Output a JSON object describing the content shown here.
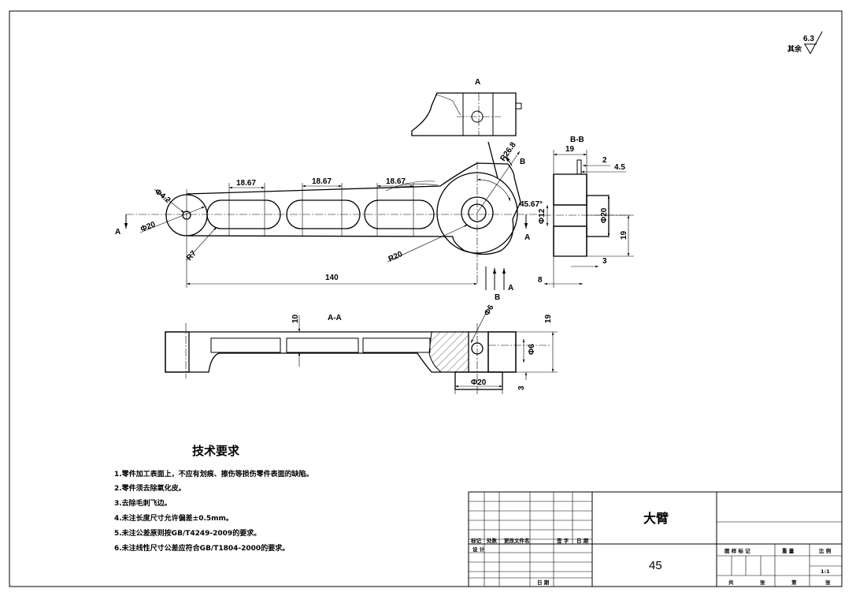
{
  "roughness": {
    "value": "6.3",
    "prefix": "其余"
  },
  "views": {
    "view_a_label": "A",
    "section_bb_label": "B-B",
    "section_aa_label": "A-A",
    "cut_label_a": "A",
    "cut_label_b": "B"
  },
  "dims": {
    "slot1": "18.67",
    "slot2": "18.67",
    "slot3": "18.67",
    "d42": "Φ4.2",
    "d20_left": "Φ20",
    "r7": "R7",
    "r20": "R20",
    "r268": "R26.8",
    "angle": "45.67°",
    "len140": "140",
    "bb_19_top": "19",
    "bb_2": "2",
    "bb_45": "4.5",
    "bb_d12": "Φ12",
    "bb_d20": "Φ20",
    "bb_19_right": "19",
    "bb_3": "3",
    "bb_8": "8",
    "aa_10": "10",
    "aa_d6_top": "Φ6",
    "aa_19": "19",
    "aa_d6_right": "Φ6",
    "aa_d20": "Φ20",
    "aa_3": "3"
  },
  "tech": {
    "title": "技术要求",
    "notes": [
      "1.零件加工表面上，不应有划痕、擦伤等损伤零件表面的缺陷。",
      "2.零件须去除氧化皮。",
      "3.去除毛刺飞边。",
      "4.未注长度尺寸允许偏差±0.5mm。",
      "5.未注公差原则按GB/T4249-2009的要求。",
      "6.未注线性尺寸公差应符合GB/T1804-2000的要求。"
    ]
  },
  "titleblock": {
    "part_name": "大臂",
    "material": "45",
    "h_mark": "标记",
    "h_count": "处数",
    "h_doc": "更改文件名",
    "h_sign": "签 字",
    "h_date": "日 期",
    "designer": "设 计",
    "date2": "日 期",
    "stage_mark": "图 样 标 记",
    "weight": "重 量",
    "scale_lbl": "比 例",
    "scale_val": "1:1",
    "total": "共",
    "sheets": "张",
    "sheet_no": "第",
    "sheets2": "张"
  }
}
